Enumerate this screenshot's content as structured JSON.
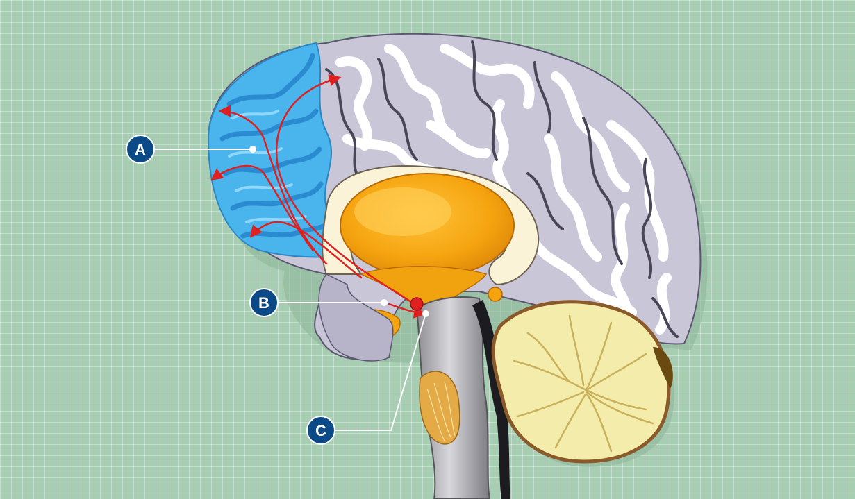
{
  "diagram": {
    "markers": [
      {
        "id": "A",
        "label": "A"
      },
      {
        "id": "B",
        "label": "B"
      },
      {
        "id": "C",
        "label": "C"
      }
    ]
  },
  "colors": {
    "background": "#a7cdb3",
    "cortex": "#c9c6d8",
    "prefrontal": "#49b5ec",
    "marker_fill": "#0b4a86",
    "pathway": "#e02020",
    "thalamus": "#f5a40f",
    "cerebellum": "#f4ecaa"
  }
}
